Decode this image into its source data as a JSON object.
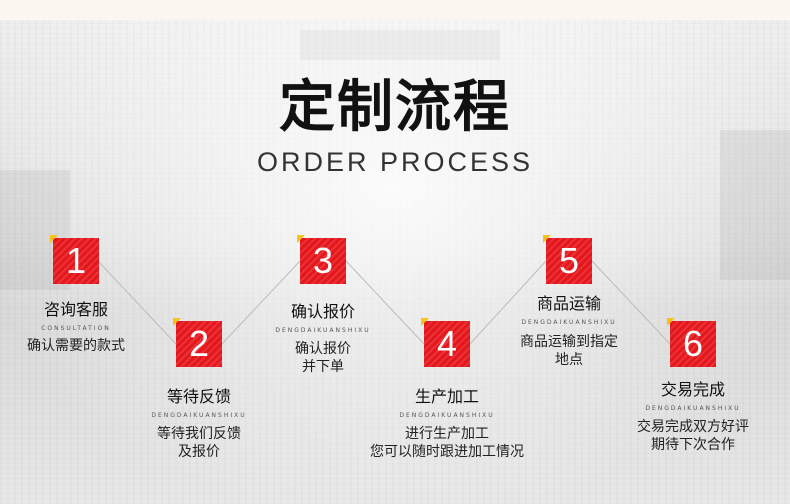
{
  "header": {
    "title": "定制流程",
    "subtitle": "ORDER PROCESS"
  },
  "colors": {
    "accent": "#e5171c",
    "corner": "#f7c21a"
  },
  "steps": [
    {
      "num": "1",
      "title": "咨询客服",
      "en": "CONSULTATION",
      "desc": "确认需要的款式"
    },
    {
      "num": "2",
      "title": "等待反馈",
      "en": "DENGDAIKUANSHIXU",
      "desc": "等待我们反馈\n及报价"
    },
    {
      "num": "3",
      "title": "确认报价",
      "en": "DENGDAIKUANSHIXU",
      "desc": "确认报价\n并下单"
    },
    {
      "num": "4",
      "title": "生产加工",
      "en": "DENGDAIKUANSHIXU",
      "desc": "进行生产加工\n您可以随时跟进加工情况"
    },
    {
      "num": "5",
      "title": "商品运输",
      "en": "DENGDAIKUANSHIXU",
      "desc": "商品运输到指定\n地点"
    },
    {
      "num": "6",
      "title": "交易完成",
      "en": "DENGDAIKUANSHIXU",
      "desc": "交易完成双方好评\n期待下次合作"
    }
  ]
}
